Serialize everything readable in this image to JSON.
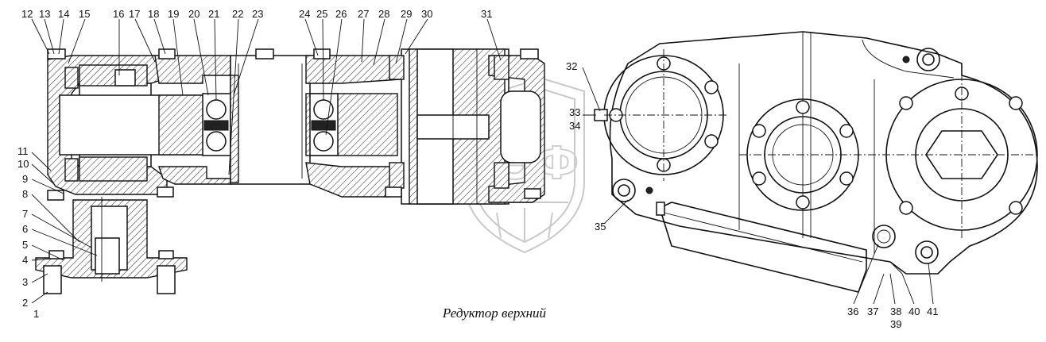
{
  "caption": "Редуктор верхний",
  "watermark_text": "ЗЭФ",
  "callouts_left": [
    {
      "id": "c1",
      "text": "1"
    },
    {
      "id": "c2",
      "text": "2"
    },
    {
      "id": "c3",
      "text": "3"
    },
    {
      "id": "c4",
      "text": "4"
    },
    {
      "id": "c5",
      "text": "5"
    },
    {
      "id": "c6",
      "text": "6"
    },
    {
      "id": "c7",
      "text": "7"
    },
    {
      "id": "c8",
      "text": "8"
    },
    {
      "id": "c9",
      "text": "9"
    },
    {
      "id": "c10",
      "text": "10"
    },
    {
      "id": "c11",
      "text": "11"
    },
    {
      "id": "c12",
      "text": "12"
    },
    {
      "id": "c13",
      "text": "13"
    },
    {
      "id": "c14",
      "text": "14"
    },
    {
      "id": "c15",
      "text": "15"
    },
    {
      "id": "c16",
      "text": "16"
    },
    {
      "id": "c17",
      "text": "17"
    },
    {
      "id": "c18",
      "text": "18"
    },
    {
      "id": "c19",
      "text": "19"
    },
    {
      "id": "c20",
      "text": "20"
    },
    {
      "id": "c21",
      "text": "21"
    },
    {
      "id": "c22",
      "text": "22"
    },
    {
      "id": "c23",
      "text": "23"
    },
    {
      "id": "c24",
      "text": "24"
    },
    {
      "id": "c25",
      "text": "25"
    },
    {
      "id": "c26",
      "text": "26"
    },
    {
      "id": "c27",
      "text": "27"
    },
    {
      "id": "c28",
      "text": "28"
    },
    {
      "id": "c29",
      "text": "29"
    },
    {
      "id": "c30",
      "text": "30"
    },
    {
      "id": "c31",
      "text": "31"
    }
  ],
  "callouts_right": [
    {
      "id": "c32",
      "text": "32"
    },
    {
      "id": "c33",
      "text": "33"
    },
    {
      "id": "c34",
      "text": "34"
    },
    {
      "id": "c35",
      "text": "35"
    },
    {
      "id": "c36",
      "text": "36"
    },
    {
      "id": "c37",
      "text": "37"
    },
    {
      "id": "c38",
      "text": "38"
    },
    {
      "id": "c39",
      "text": "39"
    },
    {
      "id": "c40",
      "text": "40"
    },
    {
      "id": "c41",
      "text": "41"
    }
  ]
}
